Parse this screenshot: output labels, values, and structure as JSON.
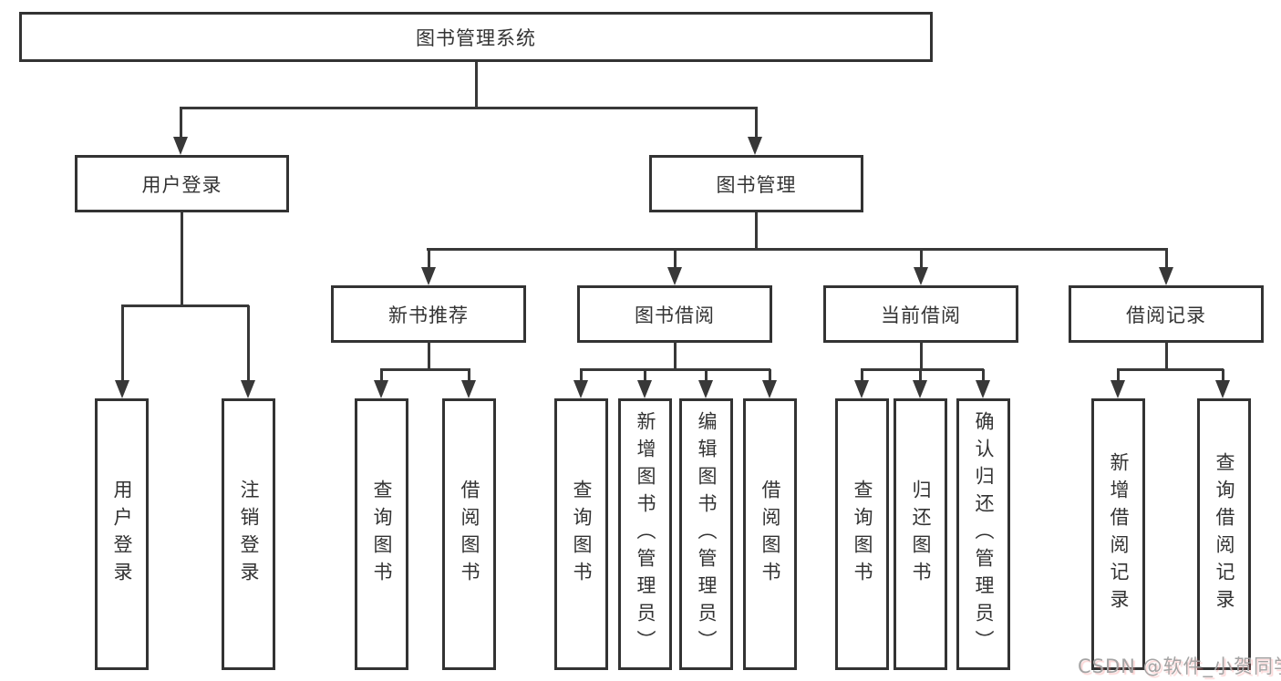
{
  "tree": {
    "root": {
      "label": "图书管理系统",
      "children": [
        {
          "label": "用户登录",
          "children": [
            {
              "label": "用户登录"
            },
            {
              "label": "注销登录"
            }
          ]
        },
        {
          "label": "图书管理",
          "children": [
            {
              "label": "新书推荐",
              "children": [
                {
                  "label": "查询图书"
                },
                {
                  "label": "借阅图书"
                }
              ]
            },
            {
              "label": "图书借阅",
              "children": [
                {
                  "label": "查询图书"
                },
                {
                  "label": "新增图书（管理员）"
                },
                {
                  "label": "编辑图书（管理员）"
                },
                {
                  "label": "借阅图书"
                }
              ]
            },
            {
              "label": "当前借阅",
              "children": [
                {
                  "label": "查询图书"
                },
                {
                  "label": "归还图书"
                },
                {
                  "label": "确认归还（管理员）"
                }
              ]
            },
            {
              "label": "借阅记录",
              "children": [
                {
                  "label": "新增借阅记录"
                },
                {
                  "label": "查询借阅记录"
                }
              ]
            }
          ]
        }
      ]
    }
  },
  "watermark": {
    "text": "CSDN @软件_小贺同学"
  },
  "colors": {
    "line": "#383838",
    "text": "#333333",
    "background": "#ffffff",
    "watermark": "#a4a4a4"
  }
}
